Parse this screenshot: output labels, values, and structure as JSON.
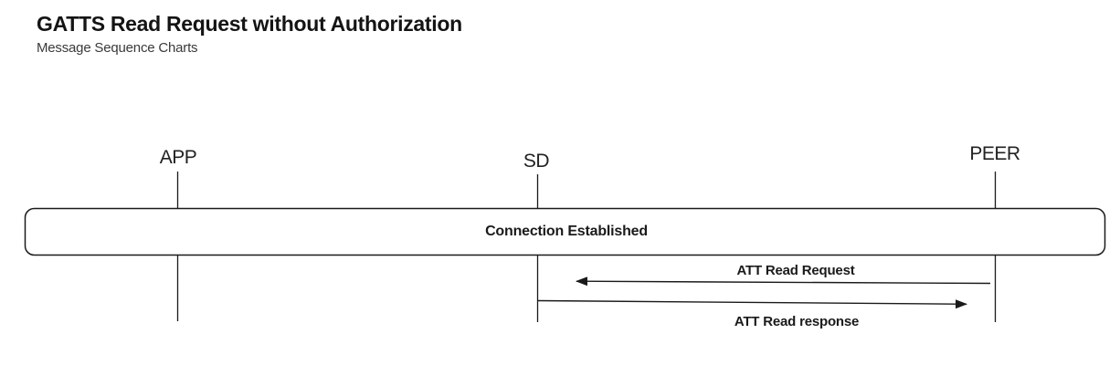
{
  "header": {
    "title": "GATTS Read Request without Authorization",
    "subtitle": "Message Sequence Charts"
  },
  "diagram": {
    "type": "message-sequence-chart",
    "participants": [
      {
        "name": "APP"
      },
      {
        "name": "SD"
      },
      {
        "name": "PEER"
      }
    ],
    "frame": {
      "label": "Connection Established"
    },
    "messages": [
      {
        "label": "ATT Read Request",
        "from": "PEER",
        "to": "SD",
        "direction": "left"
      },
      {
        "label": "ATT Read response",
        "from": "SD",
        "to": "PEER",
        "direction": "right"
      }
    ],
    "colors": {
      "line": "#1a1a1a",
      "text": "#1a1a1a",
      "background": "#ffffff"
    }
  }
}
